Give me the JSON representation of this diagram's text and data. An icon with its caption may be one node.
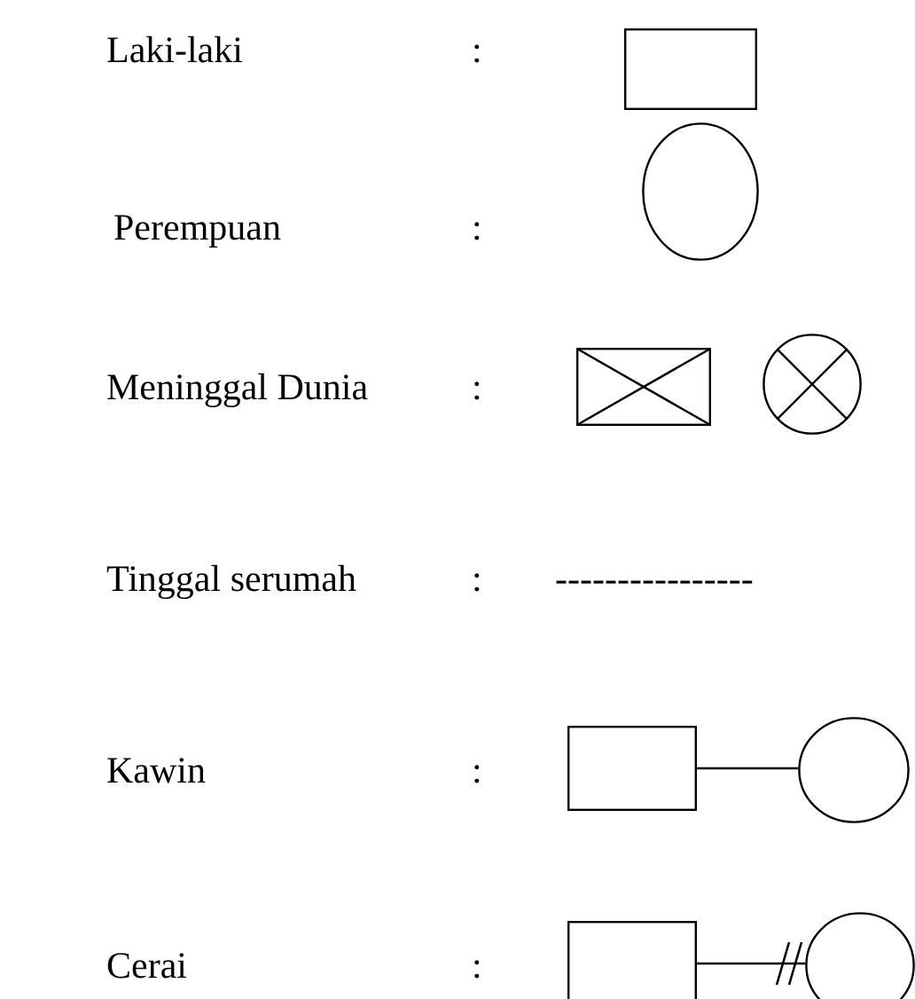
{
  "diagram": {
    "nodes": [
      {
        "text": [],
        "shape": "box"
      },
      {
        "text": [],
        "shape": "circle"
      },
      {
        "text": [],
        "shape": "box"
      },
      {
        "text": [],
        "shape": "circle"
      },
      {
        "text": [],
        "shape": "box"
      },
      {
        "text": [],
        "shape": "circle"
      },
      {
        "text": [],
        "shape": "box"
      },
      {
        "text": [],
        "shape": "circle"
      }
    ],
    "edges": [
      {
        "from": 4,
        "to": 5,
        "arrow": "none"
      },
      {
        "from": 6,
        "to": 7,
        "arrow": "other"
      }
    ],
    "labels": [
      "Laki-laki",
      ":",
      "Perempuan",
      ":",
      "Meninggal Dunia",
      ":",
      "Tinggal serumah",
      ":",
      "----------------",
      "Kawin",
      ":",
      "Cerai",
      ":"
    ]
  }
}
